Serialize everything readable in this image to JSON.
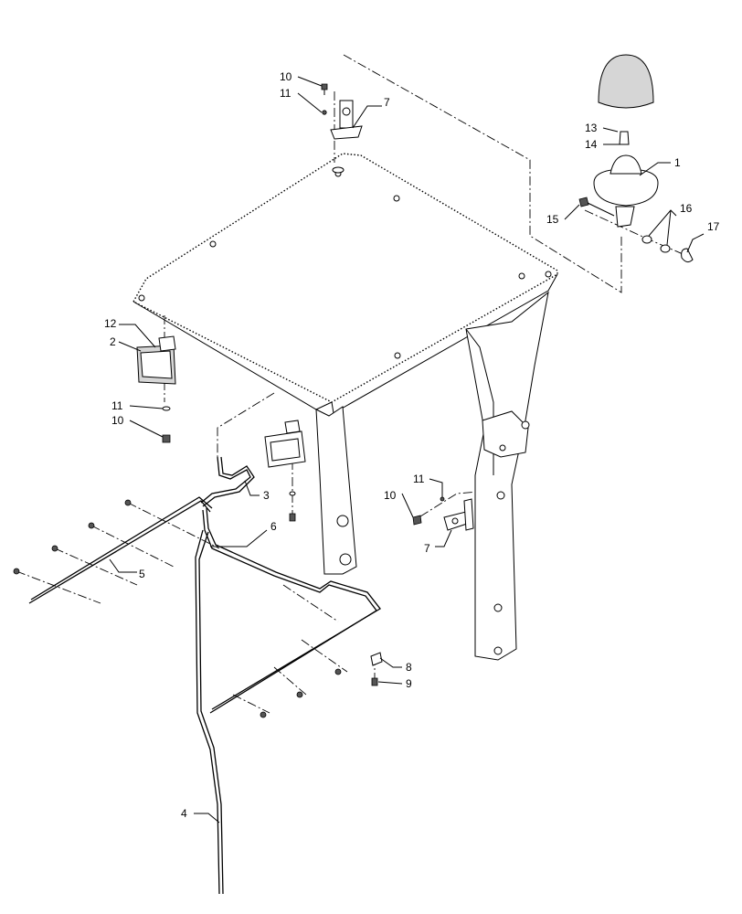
{
  "callouts": {
    "c1": "1",
    "c2": "2",
    "c3": "3",
    "c4": "4",
    "c5": "5",
    "c6": "6",
    "c7a": "7",
    "c7b": "7",
    "c8": "8",
    "c9": "9",
    "c10a": "10",
    "c10b": "10",
    "c10c": "10",
    "c11a": "11",
    "c11b": "11",
    "c11c": "11",
    "c12": "12",
    "c13": "13",
    "c14": "14",
    "c15": "15",
    "c16": "16",
    "c17": "17"
  }
}
